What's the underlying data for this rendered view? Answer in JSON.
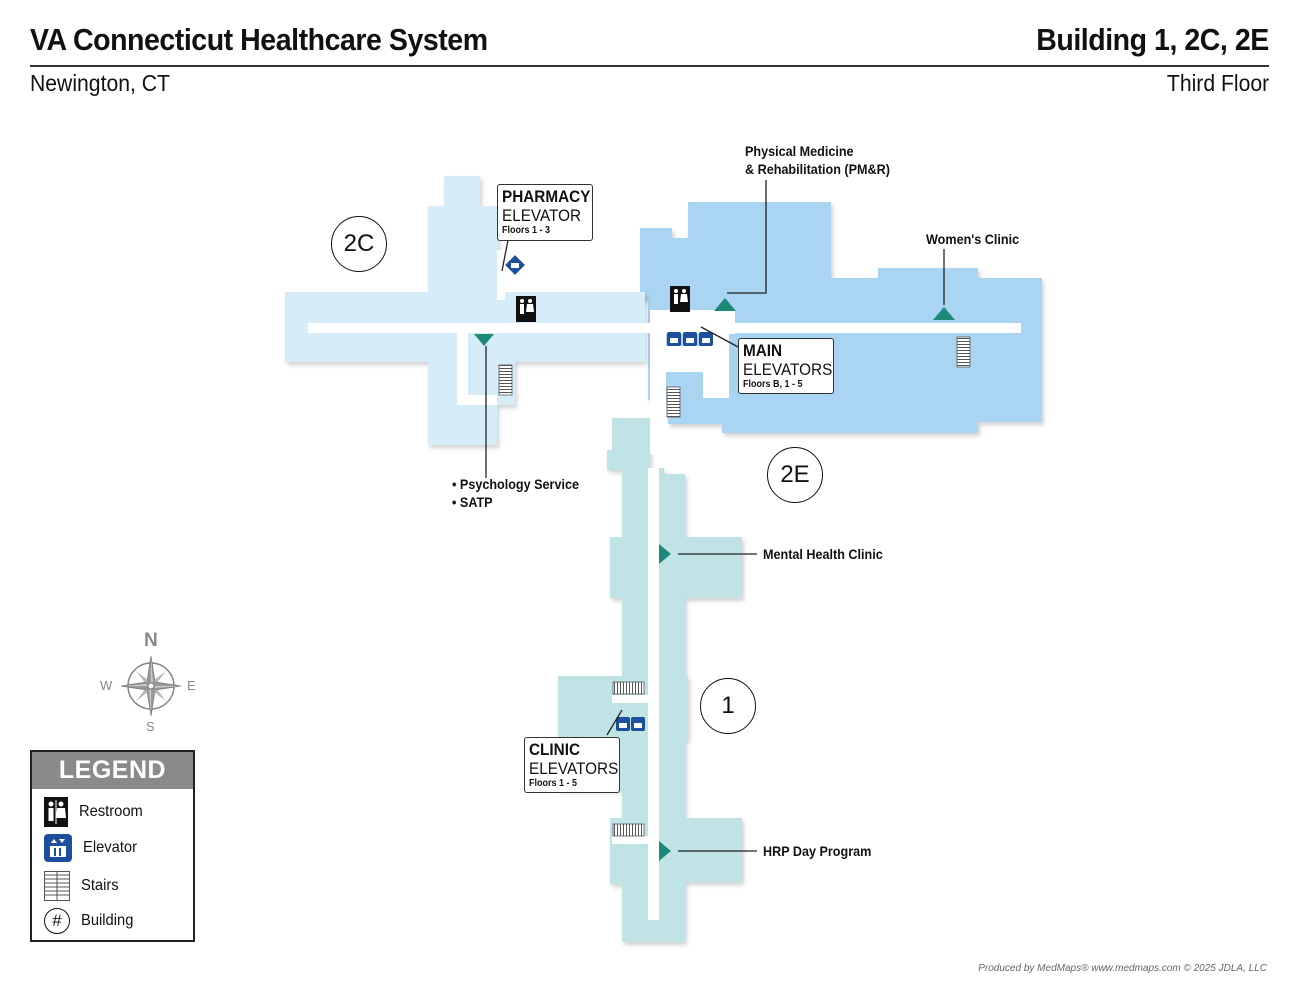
{
  "header": {
    "system_name": "VA Connecticut Healthcare System",
    "buildings": "Building 1, 2C, 2E",
    "city": "Newington, CT",
    "floor": "Third Floor"
  },
  "colors": {
    "building_2c": "#d6ecf9",
    "building_2e": "#a9d4f2",
    "building_1": "#c0e4e6",
    "destination_marker": "#1d8a78",
    "elevator_blue": "#1c4f9c",
    "restroom_black": "#111111"
  },
  "buildings": [
    {
      "id": "2C",
      "label": "2C"
    },
    {
      "id": "2E",
      "label": "2E"
    },
    {
      "id": "1",
      "label": "1"
    }
  ],
  "destinations": {
    "pmr": {
      "line1": "Physical Medicine",
      "line2": "& Rehabilitation (PM&R)"
    },
    "womens": {
      "label": "Women's Clinic"
    },
    "psychology": {
      "line1": "• Psychology Service",
      "line2": "• SATP"
    },
    "mental_health": {
      "label": "Mental Health Clinic"
    },
    "hrp": {
      "label": "HRP Day Program"
    }
  },
  "elevators": {
    "pharmacy": {
      "line1": "PHARMACY",
      "line2": "ELEVATOR",
      "floors": "Floors 1 - 3"
    },
    "main": {
      "line1": "MAIN",
      "line2": "ELEVATORS",
      "floors": "Floors B, 1 - 5"
    },
    "clinic": {
      "line1": "CLINIC",
      "line2": "ELEVATORS",
      "floors": "Floors 1 - 5"
    }
  },
  "compass": {
    "north": "N",
    "south": "S",
    "east": "E",
    "west": "W"
  },
  "legend": {
    "title": "LEGEND",
    "items": [
      {
        "icon": "restroom-icon",
        "label": "Restroom"
      },
      {
        "icon": "elevator-icon",
        "label": "Elevator"
      },
      {
        "icon": "stairs-icon",
        "label": "Stairs"
      },
      {
        "icon": "building-number-icon",
        "label": "Building",
        "symbol": "#"
      }
    ]
  },
  "footer": {
    "credit": "Produced by MedMaps®  www.medmaps.com   © 2025 JDLA, LLC"
  }
}
